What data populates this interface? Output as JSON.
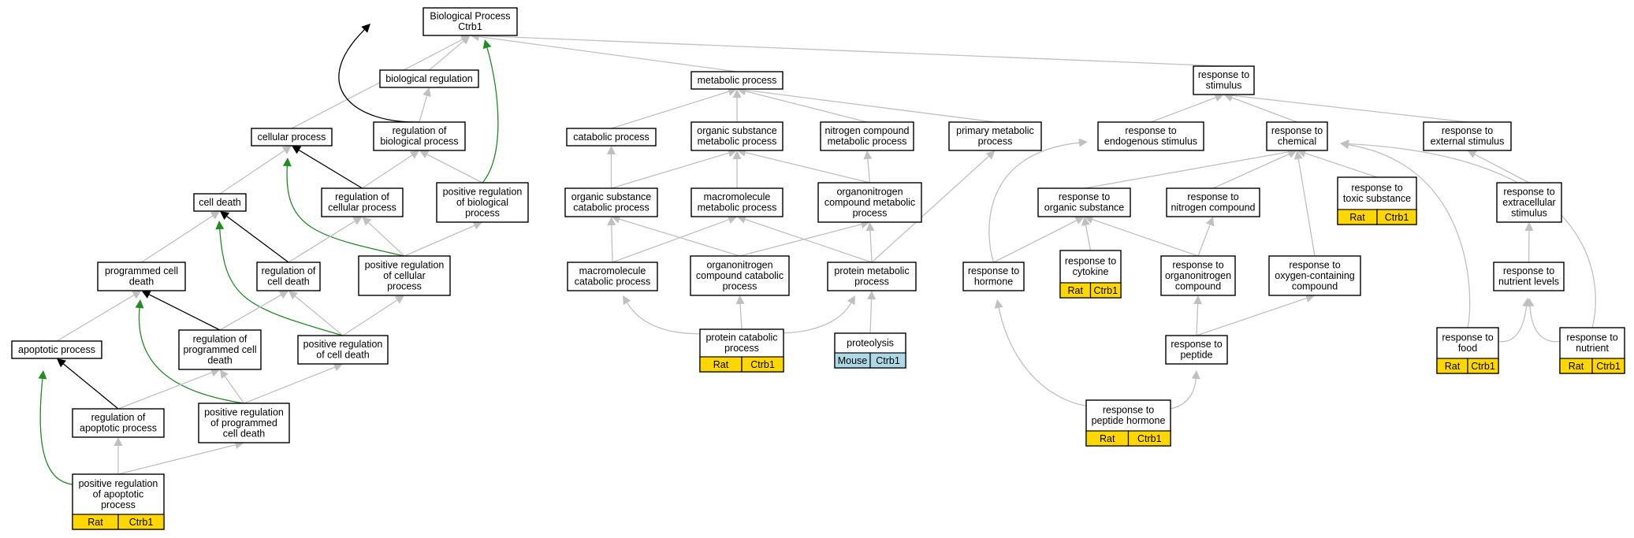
{
  "colors": {
    "is_a": "#c0c0c0",
    "regulates": "#000000",
    "positively_regulates": "#228b22",
    "rat_annotation": "#ffd700",
    "mouse_annotation": "#add8e6"
  },
  "nodes": [
    {
      "id": "bp",
      "lines": [
        "Biological Process",
        "Ctrb1"
      ]
    },
    {
      "id": "biological_regulation",
      "lines": [
        "biological regulation"
      ]
    },
    {
      "id": "cellular_process",
      "lines": [
        "cellular process"
      ]
    },
    {
      "id": "regulation_of_biological_process",
      "lines": [
        "regulation of",
        "biological process"
      ]
    },
    {
      "id": "cell_death",
      "lines": [
        "cell death"
      ]
    },
    {
      "id": "regulation_of_cellular_process",
      "lines": [
        "regulation of",
        "cellular process"
      ]
    },
    {
      "id": "positive_regulation_of_biological_process",
      "lines": [
        "positive regulation",
        "of biological",
        "process"
      ]
    },
    {
      "id": "programmed_cell_death",
      "lines": [
        "programmed cell",
        "death"
      ]
    },
    {
      "id": "regulation_of_cell_death",
      "lines": [
        "regulation of",
        "cell death"
      ]
    },
    {
      "id": "positive_regulation_of_cellular_process",
      "lines": [
        "positive regulation",
        "of cellular",
        "process"
      ]
    },
    {
      "id": "apoptotic_process",
      "lines": [
        "apoptotic process"
      ]
    },
    {
      "id": "regulation_of_programmed_cell_death",
      "lines": [
        "regulation of",
        "programmed cell",
        "death"
      ]
    },
    {
      "id": "positive_regulation_of_cell_death",
      "lines": [
        "positive regulation",
        "of cell death"
      ]
    },
    {
      "id": "regulation_of_apoptotic_process",
      "lines": [
        "regulation of",
        "apoptotic process"
      ]
    },
    {
      "id": "positive_regulation_of_programmed_cell_death",
      "lines": [
        "positive regulation",
        "of programmed",
        "cell death"
      ]
    },
    {
      "id": "positive_regulation_of_apoptotic_process",
      "lines": [
        "positive regulation",
        "of apoptotic",
        "process"
      ],
      "annotations": [
        {
          "text": "Rat",
          "color": "rat"
        },
        {
          "text": "Ctrb1",
          "color": "rat"
        }
      ]
    },
    {
      "id": "metabolic_process",
      "lines": [
        "metabolic process"
      ]
    },
    {
      "id": "catabolic_process",
      "lines": [
        "catabolic process"
      ]
    },
    {
      "id": "organic_substance_metabolic_process",
      "lines": [
        "organic substance",
        "metabolic process"
      ]
    },
    {
      "id": "nitrogen_compound_metabolic_process",
      "lines": [
        "nitrogen compound",
        "metabolic process"
      ]
    },
    {
      "id": "primary_metabolic_process",
      "lines": [
        "primary metabolic",
        "process"
      ]
    },
    {
      "id": "organic_substance_catabolic_process",
      "lines": [
        "organic substance",
        "catabolic process"
      ]
    },
    {
      "id": "macromolecule_metabolic_process",
      "lines": [
        "macromolecule",
        "metabolic process"
      ]
    },
    {
      "id": "organonitrogen_compound_metabolic_process",
      "lines": [
        "organonitrogen",
        "compound metabolic",
        "process"
      ]
    },
    {
      "id": "macromolecule_catabolic_process",
      "lines": [
        "macromolecule",
        "catabolic process"
      ]
    },
    {
      "id": "organonitrogen_compound_catabolic_process",
      "lines": [
        "organonitrogen",
        "compound catabolic",
        "process"
      ]
    },
    {
      "id": "protein_metabolic_process",
      "lines": [
        "protein metabolic",
        "process"
      ]
    },
    {
      "id": "protein_catabolic_process",
      "lines": [
        "protein catabolic",
        "process"
      ],
      "annotations": [
        {
          "text": "Rat",
          "color": "rat"
        },
        {
          "text": "Ctrb1",
          "color": "rat"
        }
      ]
    },
    {
      "id": "proteolysis",
      "lines": [
        "proteolysis"
      ],
      "annotations": [
        {
          "text": "Mouse",
          "color": "mouse"
        },
        {
          "text": "Ctrb1",
          "color": "mouse"
        }
      ]
    },
    {
      "id": "response_to_stimulus",
      "lines": [
        "response to",
        "stimulus"
      ]
    },
    {
      "id": "response_to_endogenous_stimulus",
      "lines": [
        "response to",
        "endogenous stimulus"
      ]
    },
    {
      "id": "response_to_chemical",
      "lines": [
        "response to",
        "chemical"
      ]
    },
    {
      "id": "response_to_external_stimulus",
      "lines": [
        "response to",
        "external stimulus"
      ]
    },
    {
      "id": "response_to_organic_substance",
      "lines": [
        "response to",
        "organic substance"
      ]
    },
    {
      "id": "response_to_nitrogen_compound",
      "lines": [
        "response to",
        "nitrogen compound"
      ]
    },
    {
      "id": "response_to_toxic_substance",
      "lines": [
        "response to",
        "toxic substance"
      ],
      "annotations": [
        {
          "text": "Rat",
          "color": "rat"
        },
        {
          "text": "Ctrb1",
          "color": "rat"
        }
      ]
    },
    {
      "id": "response_to_extracellular_stimulus",
      "lines": [
        "response to",
        "extracellular",
        "stimulus"
      ]
    },
    {
      "id": "response_to_hormone",
      "lines": [
        "response to",
        "hormone"
      ]
    },
    {
      "id": "response_to_cytokine",
      "lines": [
        "response to",
        "cytokine"
      ],
      "annotations": [
        {
          "text": "Rat",
          "color": "rat"
        },
        {
          "text": "Ctrb1",
          "color": "rat"
        }
      ]
    },
    {
      "id": "response_to_organonitrogen_compound",
      "lines": [
        "response to",
        "organonitrogen",
        "compound"
      ]
    },
    {
      "id": "response_to_oxygen_containing_compound",
      "lines": [
        "response to",
        "oxygen-containing",
        "compound"
      ]
    },
    {
      "id": "response_to_nutrient_levels",
      "lines": [
        "response to",
        "nutrient levels"
      ]
    },
    {
      "id": "response_to_peptide",
      "lines": [
        "response to",
        "peptide"
      ]
    },
    {
      "id": "response_to_food",
      "lines": [
        "response to",
        "food"
      ],
      "annotations": [
        {
          "text": "Rat",
          "color": "rat"
        },
        {
          "text": "Ctrb1",
          "color": "rat"
        }
      ]
    },
    {
      "id": "response_to_nutrient",
      "lines": [
        "response to",
        "nutrient"
      ],
      "annotations": [
        {
          "text": "Rat",
          "color": "rat"
        },
        {
          "text": "Ctrb1",
          "color": "rat"
        }
      ]
    },
    {
      "id": "response_to_peptide_hormone",
      "lines": [
        "response to",
        "peptide hormone"
      ],
      "annotations": [
        {
          "text": "Rat",
          "color": "rat"
        },
        {
          "text": "Ctrb1",
          "color": "rat"
        }
      ]
    }
  ],
  "edges": [
    {
      "from": "biological_regulation",
      "to": "bp",
      "type": "is_a"
    },
    {
      "from": "cellular_process",
      "to": "bp",
      "type": "is_a"
    },
    {
      "from": "metabolic_process",
      "to": "bp",
      "type": "is_a"
    },
    {
      "from": "response_to_stimulus",
      "to": "bp",
      "type": "is_a"
    },
    {
      "from": "regulation_of_biological_process",
      "to": "bp",
      "type": "regulates"
    },
    {
      "from": "positive_regulation_of_biological_process",
      "to": "bp",
      "type": "positively_regulates"
    },
    {
      "from": "regulation_of_biological_process",
      "to": "biological_regulation",
      "type": "is_a"
    },
    {
      "from": "cell_death",
      "to": "cellular_process",
      "type": "is_a"
    },
    {
      "from": "regulation_of_cellular_process",
      "to": "cellular_process",
      "type": "regulates"
    },
    {
      "from": "positive_regulation_of_cellular_process",
      "to": "cellular_process",
      "type": "positively_regulates"
    },
    {
      "from": "regulation_of_cellular_process",
      "to": "regulation_of_biological_process",
      "type": "is_a"
    },
    {
      "from": "positive_regulation_of_biological_process",
      "to": "regulation_of_biological_process",
      "type": "is_a"
    },
    {
      "from": "positive_regulation_of_cellular_process",
      "to": "regulation_of_cellular_process",
      "type": "is_a"
    },
    {
      "from": "positive_regulation_of_cellular_process",
      "to": "positive_regulation_of_biological_process",
      "type": "is_a"
    },
    {
      "from": "programmed_cell_death",
      "to": "cell_death",
      "type": "is_a"
    },
    {
      "from": "regulation_of_cell_death",
      "to": "cell_death",
      "type": "regulates"
    },
    {
      "from": "positive_regulation_of_cell_death",
      "to": "cell_death",
      "type": "positively_regulates"
    },
    {
      "from": "regulation_of_cell_death",
      "to": "regulation_of_cellular_process",
      "type": "is_a"
    },
    {
      "from": "positive_regulation_of_cell_death",
      "to": "regulation_of_cell_death",
      "type": "is_a"
    },
    {
      "from": "positive_regulation_of_cell_death",
      "to": "positive_regulation_of_cellular_process",
      "type": "is_a"
    },
    {
      "from": "apoptotic_process",
      "to": "programmed_cell_death",
      "type": "is_a"
    },
    {
      "from": "regulation_of_programmed_cell_death",
      "to": "programmed_cell_death",
      "type": "regulates"
    },
    {
      "from": "positive_regulation_of_programmed_cell_death",
      "to": "programmed_cell_death",
      "type": "positively_regulates"
    },
    {
      "from": "regulation_of_programmed_cell_death",
      "to": "regulation_of_cell_death",
      "type": "is_a"
    },
    {
      "from": "positive_regulation_of_programmed_cell_death",
      "to": "regulation_of_programmed_cell_death",
      "type": "is_a"
    },
    {
      "from": "positive_regulation_of_programmed_cell_death",
      "to": "positive_regulation_of_cell_death",
      "type": "is_a"
    },
    {
      "from": "regulation_of_apoptotic_process",
      "to": "apoptotic_process",
      "type": "regulates"
    },
    {
      "from": "positive_regulation_of_apoptotic_process",
      "to": "apoptotic_process",
      "type": "positively_regulates"
    },
    {
      "from": "regulation_of_apoptotic_process",
      "to": "regulation_of_programmed_cell_death",
      "type": "is_a"
    },
    {
      "from": "positive_regulation_of_apoptotic_process",
      "to": "regulation_of_apoptotic_process",
      "type": "is_a"
    },
    {
      "from": "positive_regulation_of_apoptotic_process",
      "to": "positive_regulation_of_programmed_cell_death",
      "type": "is_a"
    },
    {
      "from": "catabolic_process",
      "to": "metabolic_process",
      "type": "is_a"
    },
    {
      "from": "organic_substance_metabolic_process",
      "to": "metabolic_process",
      "type": "is_a"
    },
    {
      "from": "nitrogen_compound_metabolic_process",
      "to": "metabolic_process",
      "type": "is_a"
    },
    {
      "from": "primary_metabolic_process",
      "to": "metabolic_process",
      "type": "is_a"
    },
    {
      "from": "organic_substance_catabolic_process",
      "to": "catabolic_process",
      "type": "is_a"
    },
    {
      "from": "organic_substance_catabolic_process",
      "to": "organic_substance_metabolic_process",
      "type": "is_a"
    },
    {
      "from": "macromolecule_metabolic_process",
      "to": "organic_substance_metabolic_process",
      "type": "is_a"
    },
    {
      "from": "organonitrogen_compound_metabolic_process",
      "to": "organic_substance_metabolic_process",
      "type": "is_a"
    },
    {
      "from": "organonitrogen_compound_metabolic_process",
      "to": "nitrogen_compound_metabolic_process",
      "type": "is_a"
    },
    {
      "from": "macromolecule_catabolic_process",
      "to": "organic_substance_catabolic_process",
      "type": "is_a"
    },
    {
      "from": "macromolecule_catabolic_process",
      "to": "macromolecule_metabolic_process",
      "type": "is_a"
    },
    {
      "from": "organonitrogen_compound_catabolic_process",
      "to": "organic_substance_catabolic_process",
      "type": "is_a"
    },
    {
      "from": "organonitrogen_compound_catabolic_process",
      "to": "organonitrogen_compound_metabolic_process",
      "type": "is_a"
    },
    {
      "from": "protein_metabolic_process",
      "to": "macromolecule_metabolic_process",
      "type": "is_a"
    },
    {
      "from": "protein_metabolic_process",
      "to": "organonitrogen_compound_metabolic_process",
      "type": "is_a"
    },
    {
      "from": "protein_metabolic_process",
      "to": "primary_metabolic_process",
      "type": "is_a"
    },
    {
      "from": "protein_catabolic_process",
      "to": "macromolecule_catabolic_process",
      "type": "is_a"
    },
    {
      "from": "protein_catabolic_process",
      "to": "organonitrogen_compound_catabolic_process",
      "type": "is_a"
    },
    {
      "from": "protein_catabolic_process",
      "to": "protein_metabolic_process",
      "type": "is_a"
    },
    {
      "from": "proteolysis",
      "to": "protein_metabolic_process",
      "type": "is_a"
    },
    {
      "from": "response_to_endogenous_stimulus",
      "to": "response_to_stimulus",
      "type": "is_a"
    },
    {
      "from": "response_to_chemical",
      "to": "response_to_stimulus",
      "type": "is_a"
    },
    {
      "from": "response_to_external_stimulus",
      "to": "response_to_stimulus",
      "type": "is_a"
    },
    {
      "from": "response_to_hormone",
      "to": "response_to_endogenous_stimulus",
      "type": "is_a"
    },
    {
      "from": "response_to_organic_substance",
      "to": "response_to_chemical",
      "type": "is_a"
    },
    {
      "from": "response_to_nitrogen_compound",
      "to": "response_to_chemical",
      "type": "is_a"
    },
    {
      "from": "response_to_toxic_substance",
      "to": "response_to_chemical",
      "type": "is_a"
    },
    {
      "from": "response_to_oxygen_containing_compound",
      "to": "response_to_chemical",
      "type": "is_a"
    },
    {
      "from": "response_to_food",
      "to": "response_to_chemical",
      "type": "is_a"
    },
    {
      "from": "response_to_nutrient",
      "to": "response_to_chemical",
      "type": "is_a"
    },
    {
      "from": "response_to_extracellular_stimulus",
      "to": "response_to_external_stimulus",
      "type": "is_a"
    },
    {
      "from": "response_to_hormone",
      "to": "response_to_organic_substance",
      "type": "is_a"
    },
    {
      "from": "response_to_cytokine",
      "to": "response_to_organic_substance",
      "type": "is_a"
    },
    {
      "from": "response_to_organonitrogen_compound",
      "to": "response_to_organic_substance",
      "type": "is_a"
    },
    {
      "from": "response_to_organonitrogen_compound",
      "to": "response_to_nitrogen_compound",
      "type": "is_a"
    },
    {
      "from": "response_to_nutrient_levels",
      "to": "response_to_extracellular_stimulus",
      "type": "is_a"
    },
    {
      "from": "response_to_peptide",
      "to": "response_to_organonitrogen_compound",
      "type": "is_a"
    },
    {
      "from": "response_to_peptide",
      "to": "response_to_oxygen_containing_compound",
      "type": "is_a"
    },
    {
      "from": "response_to_food",
      "to": "response_to_nutrient_levels",
      "type": "is_a"
    },
    {
      "from": "response_to_nutrient",
      "to": "response_to_nutrient_levels",
      "type": "is_a"
    },
    {
      "from": "response_to_peptide_hormone",
      "to": "response_to_hormone",
      "type": "is_a"
    },
    {
      "from": "response_to_peptide_hormone",
      "to": "response_to_peptide",
      "type": "is_a"
    }
  ]
}
